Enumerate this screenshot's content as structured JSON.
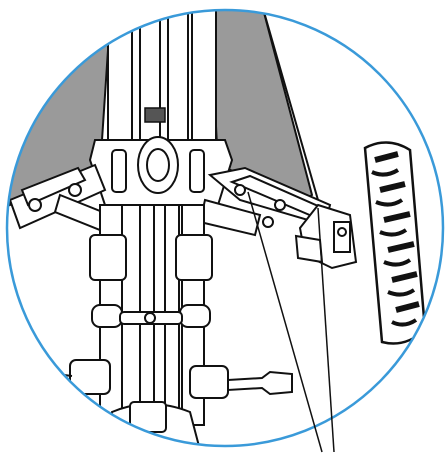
{
  "figure": {
    "type": "technical-line-drawing",
    "subject": "folding-frame-detail-magnified",
    "colors": {
      "frame_outline": "#3a9ad9",
      "line": "#111111",
      "panel_fill": "#9a9a9a",
      "fill": "#ffffff"
    },
    "callout_leaders": 2
  }
}
